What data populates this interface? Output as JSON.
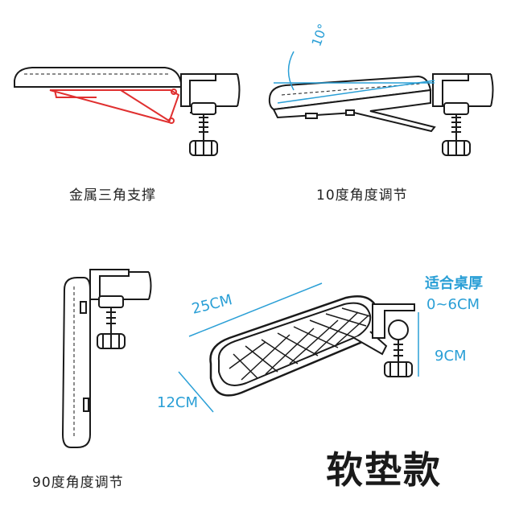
{
  "captions": {
    "metal_triangle": "金属三角支撑",
    "adjust_10": "10度角度调节",
    "adjust_90": "90度角度调节"
  },
  "angle_label": "10°",
  "dimensions": {
    "length": "25CM",
    "width": "12CM",
    "fit_desk_title": "适合桌厚",
    "fit_desk_range": "0~6CM",
    "height": "9CM"
  },
  "product_name": "软垫款",
  "colors": {
    "accent_blue": "#2a9fd6",
    "highlight_red": "#e03030",
    "line": "#1a1a1a"
  }
}
